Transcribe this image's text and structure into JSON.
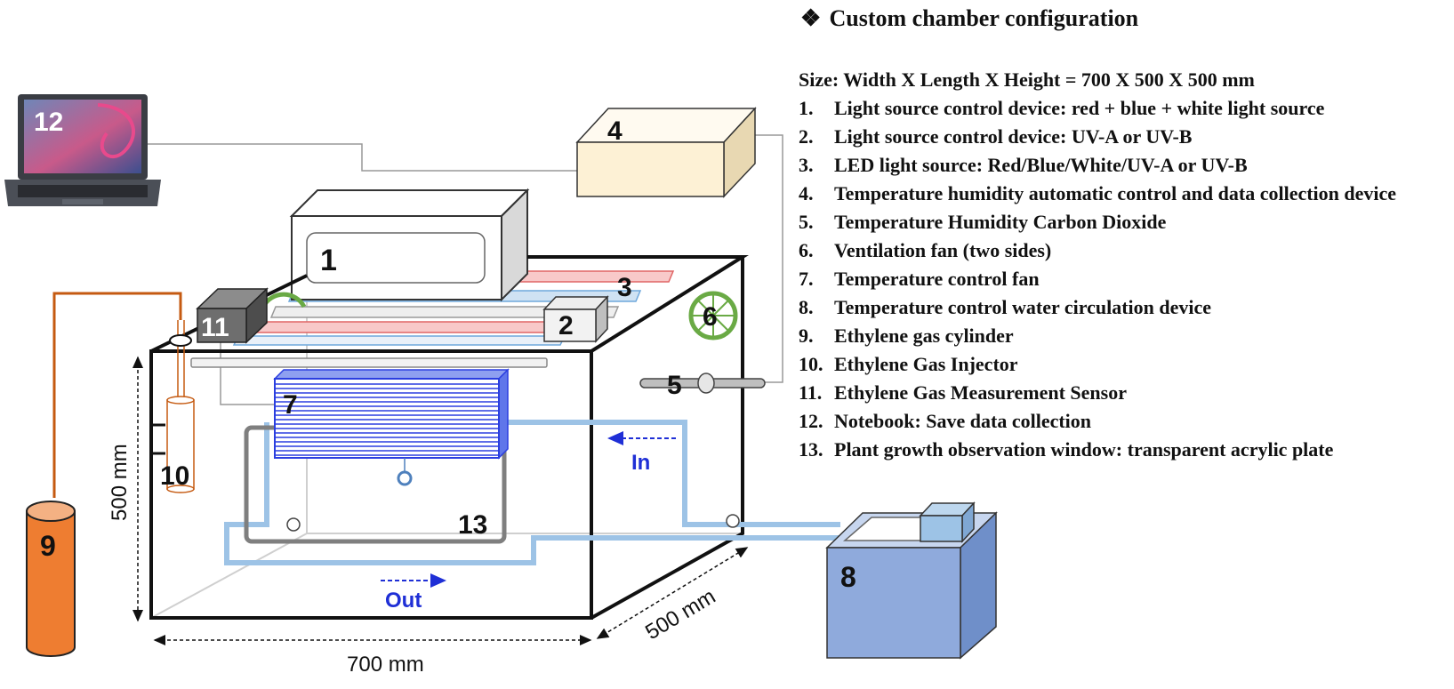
{
  "legend": {
    "heading_bullet": "❖",
    "heading": "Custom chamber configuration",
    "size_line": "Size: Width X Length X Height = 700 X 500 X 500 mm",
    "items": [
      {
        "num": "1.",
        "text": "Light source control device: red + blue + white light source"
      },
      {
        "num": "2.",
        "text": "Light source control device: UV-A or UV-B"
      },
      {
        "num": "3.",
        "text": "LED light source: Red/Blue/White/UV-A or UV-B"
      },
      {
        "num": "4.",
        "text": "Temperature humidity automatic control and data collection device"
      },
      {
        "num": "5.",
        "text": "Temperature Humidity Carbon Dioxide"
      },
      {
        "num": "6.",
        "text": "Ventilation fan (two sides)"
      },
      {
        "num": "7.",
        "text": "Temperature control fan"
      },
      {
        "num": "8.",
        "text": "Temperature control water circulation device"
      },
      {
        "num": "9.",
        "text": "Ethylene gas cylinder"
      },
      {
        "num": "10.",
        "text": "Ethylene Gas Injector"
      },
      {
        "num": "11.",
        "text": "Ethylene Gas Measurement Sensor"
      },
      {
        "num": "12.",
        "text": "Notebook: Save data collection"
      },
      {
        "num": "13.",
        "text": "Plant growth observation window: transparent acrylic plate"
      }
    ]
  },
  "diagram": {
    "labels": {
      "n1": "1",
      "n2": "2",
      "n3": "3",
      "n4": "4",
      "n5": "5",
      "n6": "6",
      "n7": "7",
      "n8": "8",
      "n9": "9",
      "n10": "10",
      "n11": "11",
      "n12": "12",
      "n13": "13"
    },
    "flow_in": "In",
    "flow_out": "Out",
    "dim_width": "700 mm",
    "dim_length": "500 mm",
    "dim_height": "500 mm"
  },
  "colors": {
    "cylinder": "#ee7d31",
    "pipe": "#9dc3e6",
    "fan_grid": "#2b3fe0",
    "ventilation_fan": "#6aaa45",
    "controller_box": "#fdf1d5",
    "water_tank": "#8faadc",
    "flow_text": "#1f2fd6"
  }
}
